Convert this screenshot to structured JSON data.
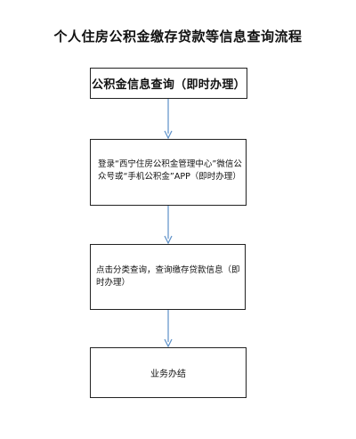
{
  "title": "个人住房公积金缴存贷款等信息查询流程",
  "steps": [
    {
      "text": "公积金信息查询（即时办理）"
    },
    {
      "text": "登录“西宁住房公积金管理中心”微信公众号或“手机公积金”APP（即时办理）"
    },
    {
      "text": "点击分类查询，查询缴存贷款信息（即时办理）"
    },
    {
      "text": "业务办结"
    }
  ],
  "colors": {
    "arrow": "#5b8fc7",
    "border": "#222222"
  }
}
